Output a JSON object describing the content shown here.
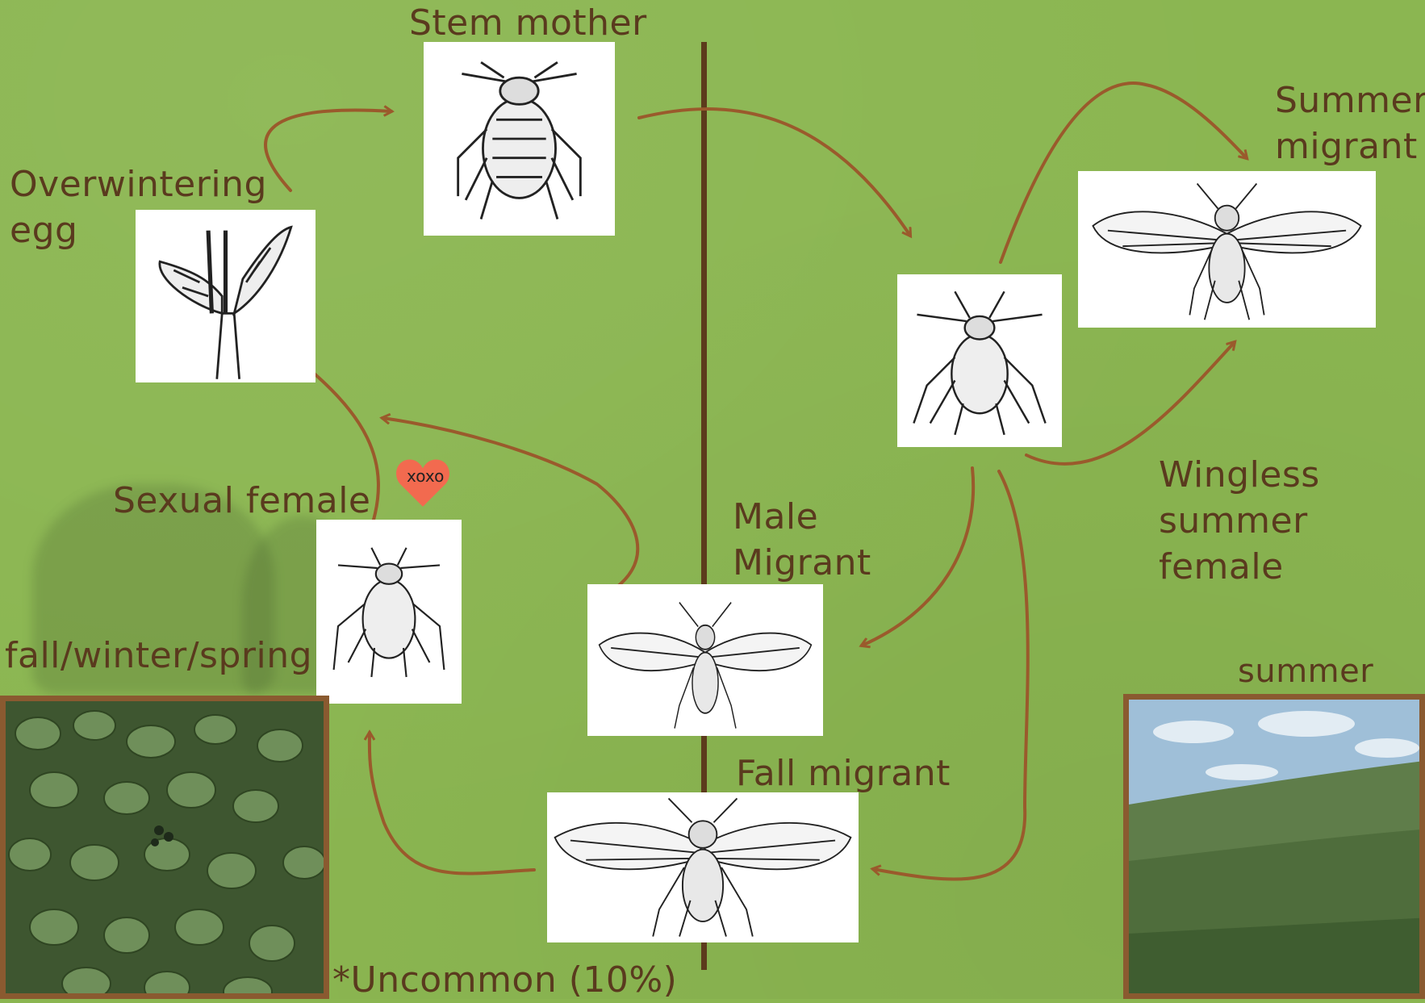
{
  "title_label": "Stem mother",
  "labels": {
    "overwintering_egg": "Overwintering\negg",
    "summer_migrant": "Summer\nmigrant",
    "sexual_female": "Sexual female",
    "male_migrant": "Male\nMigrant",
    "wingless_summer_female": "Wingless\nsummer\nfemale",
    "fall_migrant": "Fall migrant",
    "fall_winter_spring": "fall/winter/spring",
    "summer": "summer",
    "uncommon_note": "*Uncommon (10%)",
    "heart_text": "xoxo"
  },
  "colors": {
    "background": "#8bb651",
    "arrow": "#9a5a2c",
    "text": "#5a3a1e",
    "divider": "#5c3b1c",
    "heart": "#f26a4f"
  },
  "icons": {
    "stem_mother": "aphid-wingless-icon",
    "egg": "plant-bud-egg-icon",
    "summer_migrant": "aphid-winged-icon",
    "wingless_summer": "aphid-wingless-icon",
    "sexual_female": "aphid-wingless-icon",
    "male_migrant": "aphid-winged-icon",
    "fall_migrant": "aphid-winged-icon",
    "heart": "heart-icon"
  }
}
